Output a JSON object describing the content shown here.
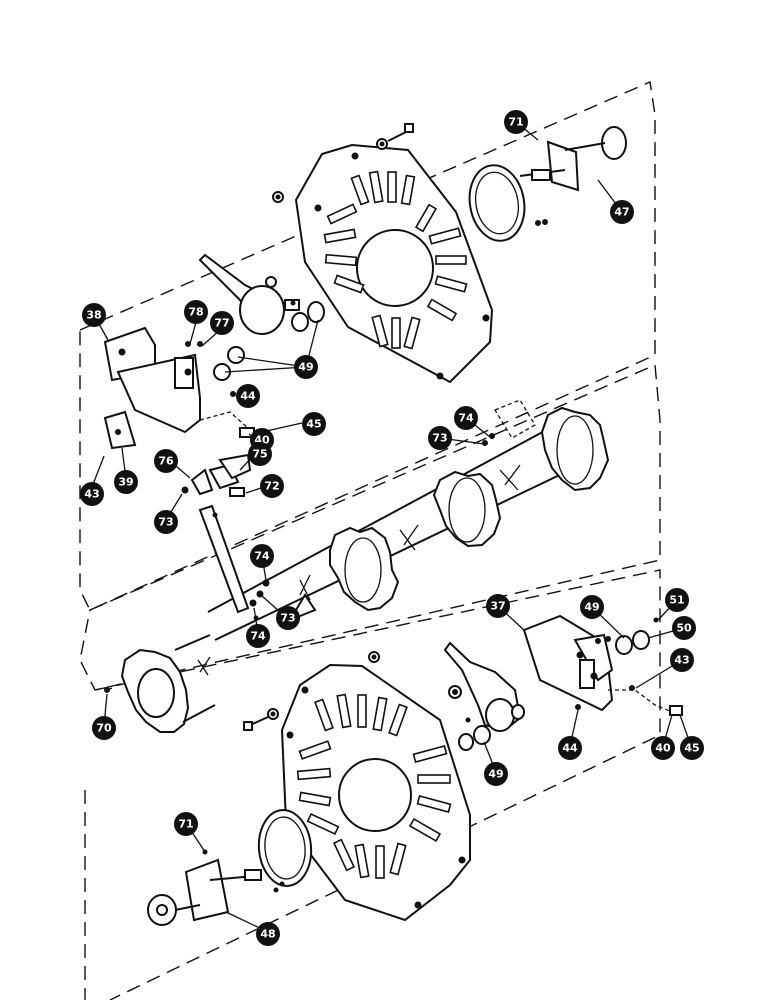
{
  "callouts": [
    {
      "id": "c71a",
      "label": "71"
    },
    {
      "id": "c47",
      "label": "47"
    },
    {
      "id": "c38",
      "label": "38"
    },
    {
      "id": "c78",
      "label": "78"
    },
    {
      "id": "c77",
      "label": "77"
    },
    {
      "id": "c49a",
      "label": "49"
    },
    {
      "id": "c44a",
      "label": "44"
    },
    {
      "id": "c45a",
      "label": "45"
    },
    {
      "id": "c40a",
      "label": "40"
    },
    {
      "id": "c43a",
      "label": "43"
    },
    {
      "id": "c39",
      "label": "39"
    },
    {
      "id": "c76",
      "label": "76"
    },
    {
      "id": "c75",
      "label": "75"
    },
    {
      "id": "c72",
      "label": "72"
    },
    {
      "id": "c73a",
      "label": "73"
    },
    {
      "id": "c74a",
      "label": "74"
    },
    {
      "id": "c73b",
      "label": "73"
    },
    {
      "id": "c74b",
      "label": "74"
    },
    {
      "id": "c73c",
      "label": "73"
    },
    {
      "id": "c74c",
      "label": "74"
    },
    {
      "id": "c70",
      "label": "70"
    },
    {
      "id": "c37",
      "label": "37"
    },
    {
      "id": "c49b",
      "label": "49"
    },
    {
      "id": "c51",
      "label": "51"
    },
    {
      "id": "c50",
      "label": "50"
    },
    {
      "id": "c43b",
      "label": "43"
    },
    {
      "id": "c44b",
      "label": "44"
    },
    {
      "id": "c40b",
      "label": "40"
    },
    {
      "id": "c45b",
      "label": "45"
    },
    {
      "id": "c49c",
      "label": "49"
    },
    {
      "id": "c71b",
      "label": "71"
    },
    {
      "id": "c48",
      "label": "48"
    }
  ]
}
